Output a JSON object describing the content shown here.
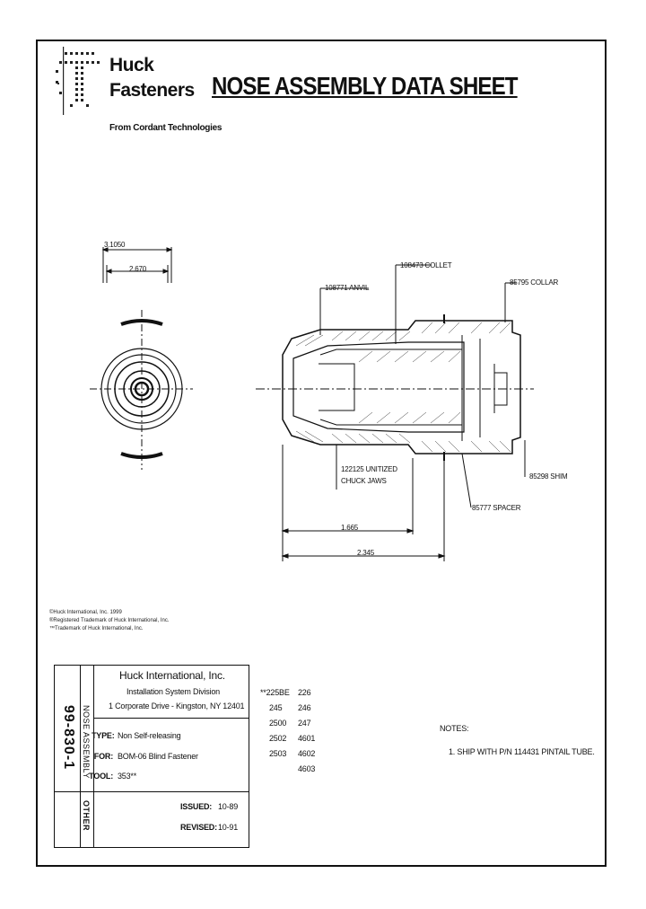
{
  "header": {
    "brand_line1": "Huck",
    "brand_line2": "Fasteners",
    "tagline": "From Cordant Technologies",
    "title": "NOSE ASSEMBLY DATA SHEET"
  },
  "drawing": {
    "dim_outer": "3.1050",
    "dim_inner": "2.670",
    "labels": {
      "anvil": "108771 ANVIL",
      "collet": "108473 COLLET",
      "collar": "85795 COLLAR",
      "chuck_jaws_1": "122125 UNITIZED",
      "chuck_jaws_2": "CHUCK JAWS",
      "shim": "85298 SHIM",
      "spacer": "85777 SPACER"
    },
    "dim_1": "1.665",
    "dim_2": "2.345"
  },
  "notices": [
    "©Huck International, Inc. 1999",
    "®Registered Trademark of Huck International, Inc.",
    "™Trademark of Huck International, Inc."
  ],
  "title_block": {
    "doc_number": "99-830-1",
    "doc_name": "NOSE ASSEMBLY",
    "other_label": "OTHER",
    "company": "Huck International, Inc.",
    "division": "Installation System Division",
    "address": "1 Corporate Drive - Kingston, NY 12401",
    "type_label": "TYPE:",
    "type_value": "Non Self-releasing",
    "for_label": "FOR:",
    "for_value": "BOM-06 Blind Fastener",
    "tool_label": "TOOL:",
    "tool_value": "353**",
    "issued_label": "ISSUED:",
    "issued_value": "10-89",
    "revised_label": "REVISED:",
    "revised_value": "10-91"
  },
  "tools": [
    [
      "**225BE",
      "226"
    ],
    [
      "245",
      "246"
    ],
    [
      "2500",
      "247"
    ],
    [
      "2502",
      "4601"
    ],
    [
      "2503",
      "4602"
    ],
    [
      "",
      "4603"
    ]
  ],
  "notes": {
    "heading": "NOTES:",
    "items": [
      "1. SHIP WITH P/N 114431 PINTAIL TUBE."
    ]
  }
}
